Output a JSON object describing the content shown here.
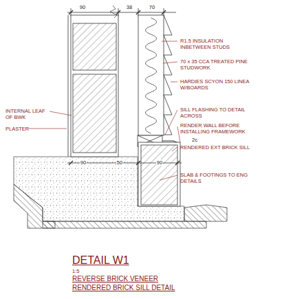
{
  "diagram": {
    "title": "DETAIL W1",
    "labels": [
      "90",
      "38",
      "70",
      "R1.5 INSULATION INBETWEEN STUDS",
      "70 x 35 CCA TREATED PINE STUDWORK",
      "HARDIES SCYON 150 LINEA W/BOARDS",
      "SILL FLASHING TO DETAIL ACROSS",
      "RENDER WALL BEFORE INSTALLING FRAMEWORK",
      "2c",
      "RENDERED EXT BRICK SILL",
      "SLAB & FOOTINGS TO ENG DETAILS",
      "INTERNAL LEAF OF BWK",
      "PLASTER",
      "90",
      "50",
      "90",
      "1:5",
      "REVERSE BRICK VENEER",
      "RENDERED BRICK SILL DETAIL"
    ]
  }
}
